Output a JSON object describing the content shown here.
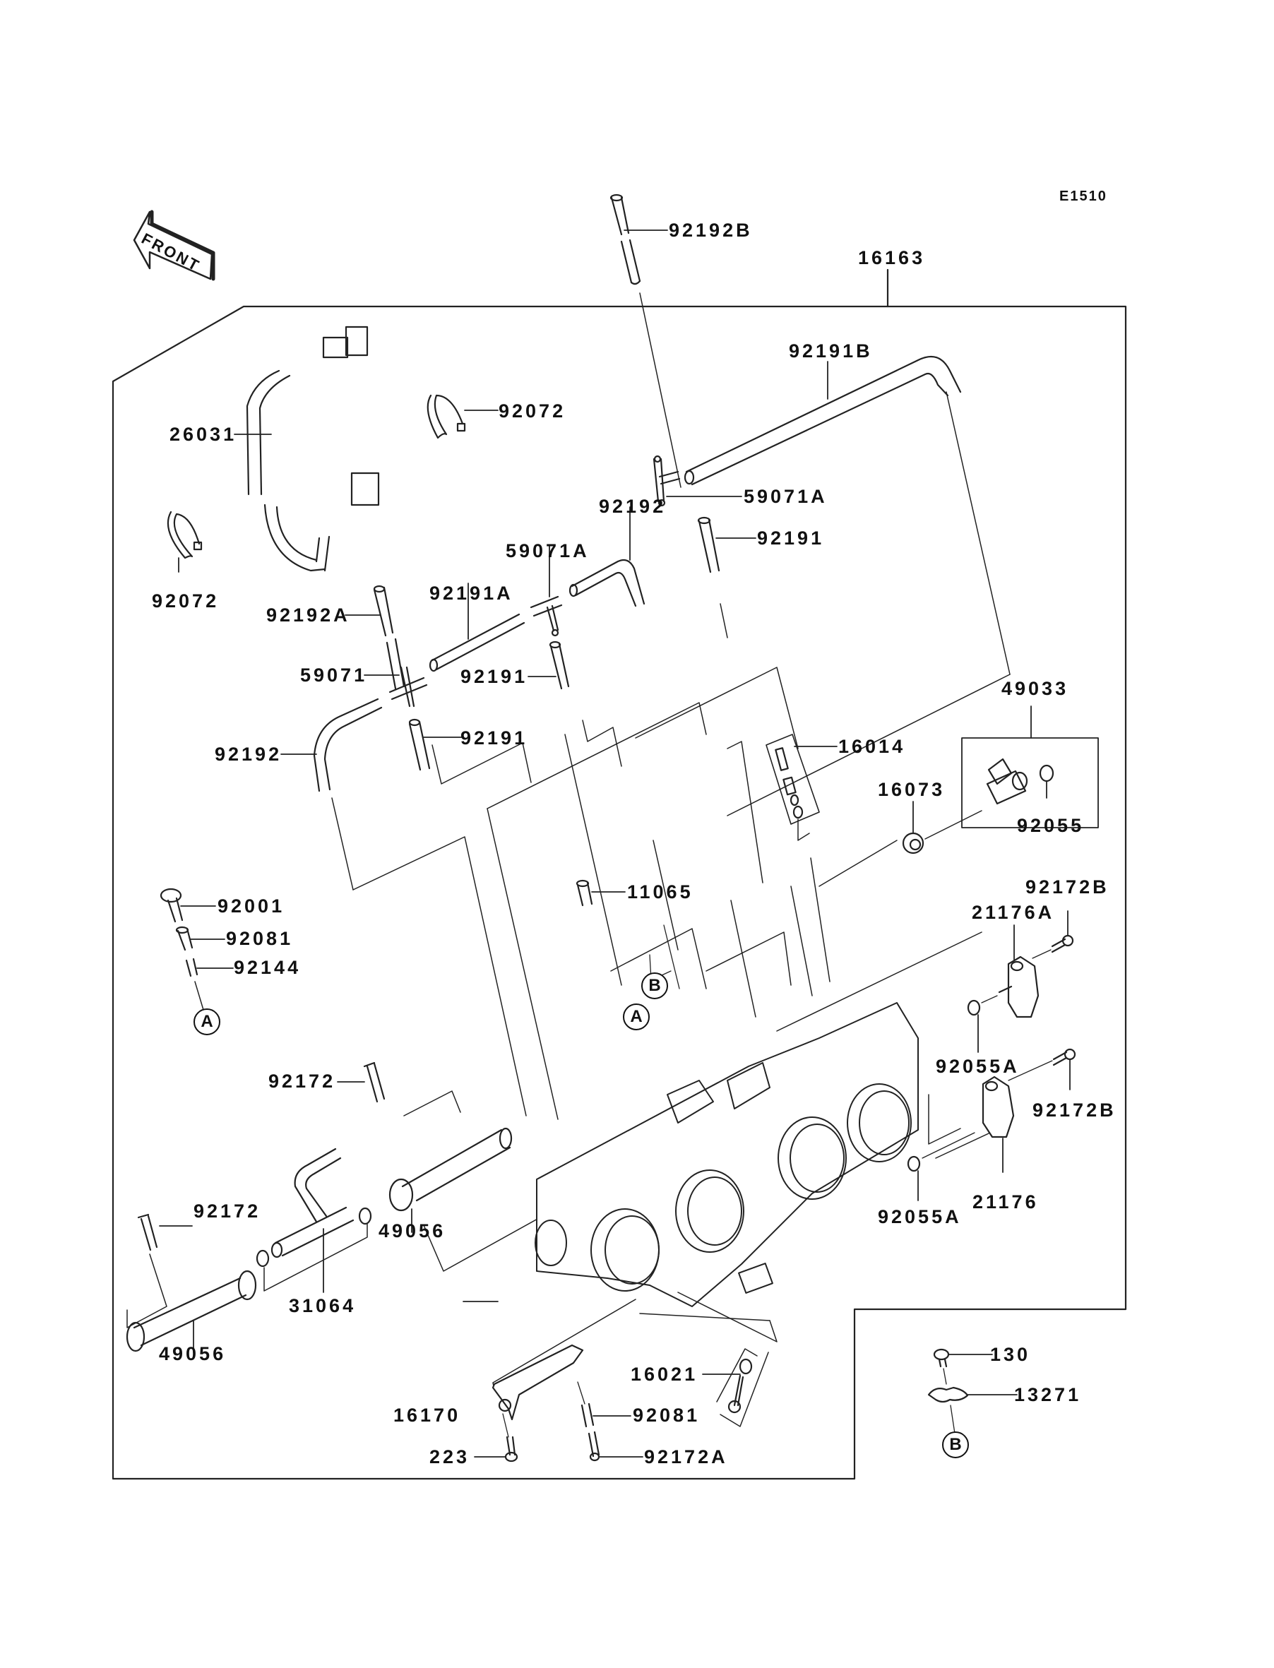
{
  "diagram": {
    "type": "exploded parts diagram",
    "subject": "Throttle body assembly",
    "diagram_code": "E1510",
    "front_indicator": "FRONT",
    "assembly_part": "16163",
    "callouts": [
      {
        "id": "92192B",
        "desc": "hose (top)"
      },
      {
        "id": "16163",
        "desc": "throttle body assembly"
      },
      {
        "id": "26031",
        "desc": "wiring harness"
      },
      {
        "id": "92072",
        "desc": "cable band (upper)"
      },
      {
        "id": "92072",
        "desc": "cable band (lower)"
      },
      {
        "id": "92191B",
        "desc": "bent hose (long)"
      },
      {
        "id": "59071A",
        "desc": "T-joint (right)"
      },
      {
        "id": "92191",
        "desc": "hose (right)"
      },
      {
        "id": "92192",
        "desc": "bent hose (middle)"
      },
      {
        "id": "59071A",
        "desc": "T-joint (middle)"
      },
      {
        "id": "92191A",
        "desc": "hose (straight)"
      },
      {
        "id": "92192A",
        "desc": "hose (split)"
      },
      {
        "id": "59071",
        "desc": "cross joint"
      },
      {
        "id": "92191",
        "desc": "hose (middle)"
      },
      {
        "id": "92192",
        "desc": "bent hose (left)"
      },
      {
        "id": "92191",
        "desc": "hose (lower)"
      },
      {
        "id": "49033",
        "desc": "sensor kit"
      },
      {
        "id": "92055",
        "desc": "O-ring (kit)"
      },
      {
        "id": "16014",
        "desc": "screw kit"
      },
      {
        "id": "16073",
        "desc": "nut"
      },
      {
        "id": "11065",
        "desc": "cap"
      },
      {
        "id": "92001",
        "desc": "bolt"
      },
      {
        "id": "92081",
        "desc": "spring"
      },
      {
        "id": "92144",
        "desc": "spring"
      },
      {
        "id": "92172B",
        "desc": "screw (upper)"
      },
      {
        "id": "21176A",
        "desc": "sensor (upper)"
      },
      {
        "id": "92055A",
        "desc": "O-ring (upper)"
      },
      {
        "id": "92172B",
        "desc": "screw (lower)"
      },
      {
        "id": "21176",
        "desc": "sensor (lower)"
      },
      {
        "id": "92055A",
        "desc": "O-ring (lower)"
      },
      {
        "id": "92172",
        "desc": "screw (right rail)"
      },
      {
        "id": "92172",
        "desc": "screw (left rail)"
      },
      {
        "id": "49056",
        "desc": "fuel rail (right)"
      },
      {
        "id": "31064",
        "desc": "joint pipe"
      },
      {
        "id": "49056",
        "desc": "fuel rail (left)"
      },
      {
        "id": "16021",
        "desc": "idle screw kit"
      },
      {
        "id": "16170",
        "desc": "throttle lever"
      },
      {
        "id": "92081",
        "desc": "spring (bottom)"
      },
      {
        "id": "223",
        "desc": "screw"
      },
      {
        "id": "92172A",
        "desc": "screw"
      },
      {
        "id": "130",
        "desc": "flanged bolt"
      },
      {
        "id": "13271",
        "desc": "plate"
      }
    ],
    "reference_markers": [
      "A",
      "A",
      "B",
      "B"
    ]
  }
}
